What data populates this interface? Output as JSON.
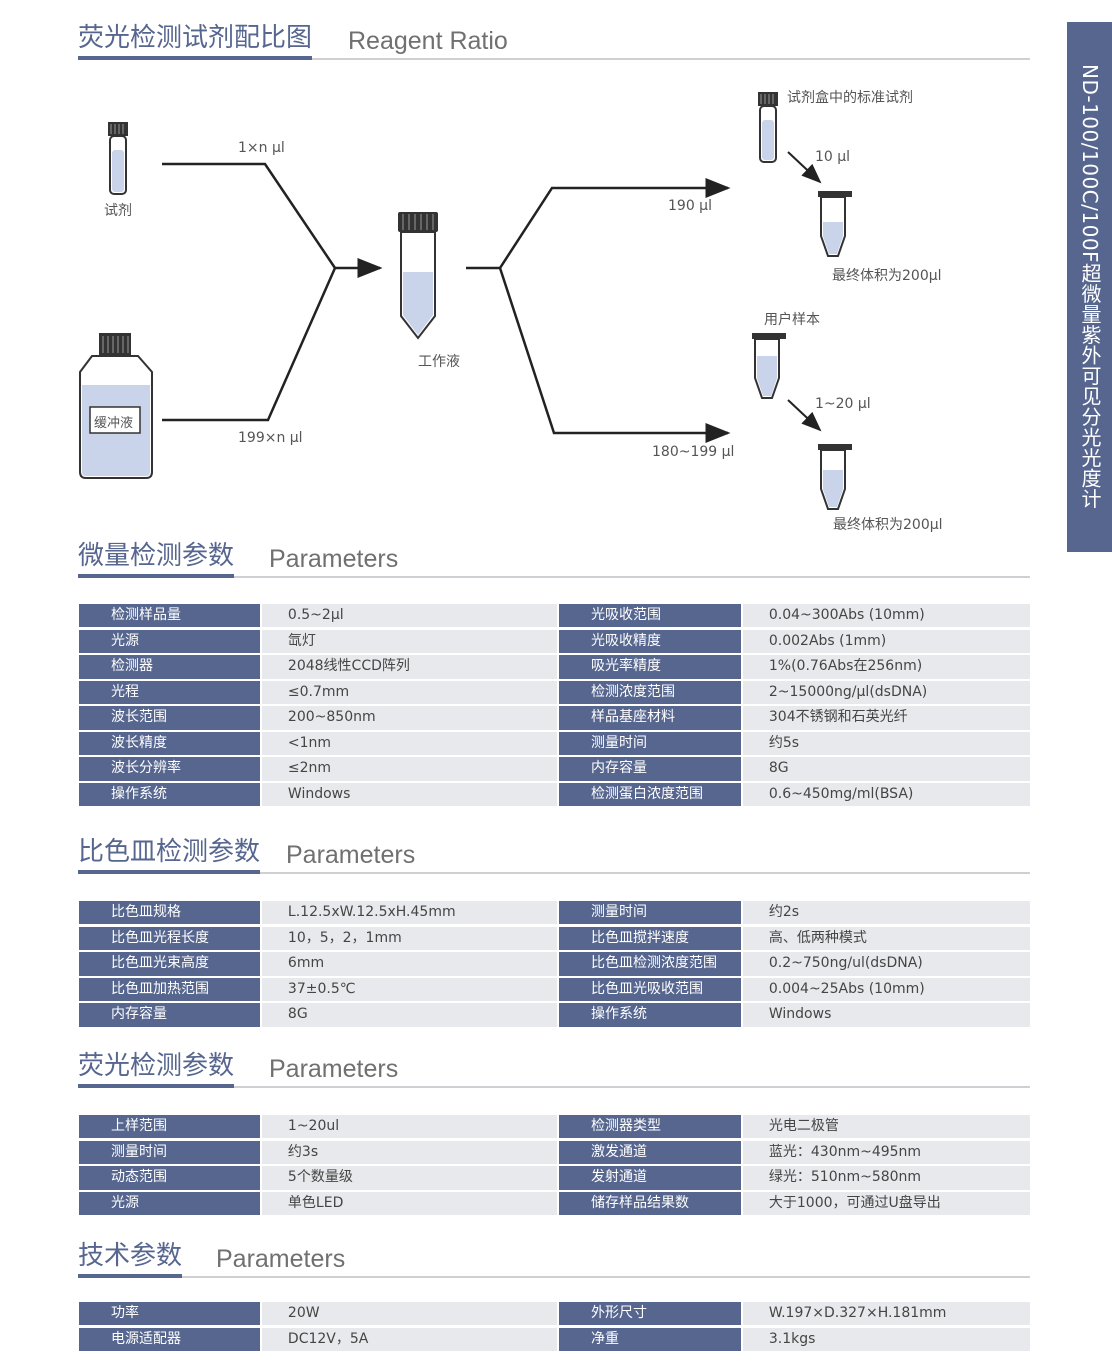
{
  "side_tab": "ND-100/100C/100F超微量紫外可见分光光度计",
  "ratio": {
    "title_cn": "荧光检测试剂配比图",
    "title_en": "Reagent Ratio",
    "reagent_label": "试剂",
    "buffer_label": "缓冲液",
    "reagent_volume": "1×n μl",
    "buffer_volume": "199×n μl",
    "working_solution": "工作液",
    "standard_label": "试剂盒中的标准试剂",
    "vol_190": "190 μl",
    "vol_10": "10 μl",
    "final_volume_1": "最终体积为200μl",
    "sample_label": "用户样本",
    "vol_180_199": "180~199 μl",
    "vol_1_20": "1~20 μl",
    "final_volume_2": "最终体积为200μl"
  },
  "micro": {
    "title_cn": "微量检测参数",
    "title_en": "Parameters",
    "rows": [
      [
        "检测样品量",
        "0.5~2μl",
        "光吸收范围",
        "0.04~300Abs (10mm)"
      ],
      [
        "光源",
        "氙灯",
        "光吸收精度",
        "0.002Abs (1mm)"
      ],
      [
        "检测器",
        "2048线性CCD阵列",
        "吸光率精度",
        "1%(0.76Abs在256nm)"
      ],
      [
        "光程",
        "≤0.7mm",
        "检测浓度范围",
        "2~15000ng/μl(dsDNA)"
      ],
      [
        "波长范围",
        "200~850nm",
        "样品基座材料",
        "304不锈钢和石英光纤"
      ],
      [
        "波长精度",
        "<1nm",
        "测量时间",
        "约5s"
      ],
      [
        "波长分辨率",
        "≤2nm",
        "内存容量",
        "8G"
      ],
      [
        "操作系统",
        "Windows",
        "检测蛋白浓度范围",
        "0.6~450mg/ml(BSA)"
      ]
    ]
  },
  "cuvette": {
    "title_cn": "比色皿检测参数",
    "title_en": "Parameters",
    "rows": [
      [
        "比色皿规格",
        "L.12.5xW.12.5xH.45mm",
        "测量时间",
        "约2s"
      ],
      [
        "比色皿光程长度",
        "10，5，2，1mm",
        "比色皿搅拌速度",
        "高、低两种模式"
      ],
      [
        "比色皿光束高度",
        "6mm",
        "比色皿检测浓度范围",
        "0.2~750ng/ul(dsDNA)"
      ],
      [
        "比色皿加热范围",
        "37±0.5℃",
        "比色皿光吸收范围",
        "0.004~25Abs (10mm)"
      ],
      [
        "内存容量",
        "8G",
        "操作系统",
        "Windows"
      ]
    ]
  },
  "fluor": {
    "title_cn": "荧光检测参数",
    "title_en": "Parameters",
    "rows": [
      [
        "上样范围",
        "1~20ul",
        "检测器类型",
        "光电二极管"
      ],
      [
        "测量时间",
        "约3s",
        "激发通道",
        "蓝光：430nm~495nm"
      ],
      [
        "动态范围",
        "5个数量级",
        "发射通道",
        "绿光：510nm~580nm"
      ],
      [
        "光源",
        "单色LED",
        "储存样品结果数",
        "大于1000，可通过U盘导出"
      ]
    ]
  },
  "tech": {
    "title_cn": "技术参数",
    "title_en": "Parameters",
    "rows": [
      [
        "功率",
        "20W",
        "外形尺寸",
        "W.197×D.327×H.181mm"
      ],
      [
        "电源适配器",
        "DC12V，5A",
        "净重",
        "3.1kgs"
      ]
    ]
  },
  "colors": {
    "accent": "#56668f",
    "cell_bg": "#e8e9ec",
    "liquid": "#c9d4ea"
  }
}
